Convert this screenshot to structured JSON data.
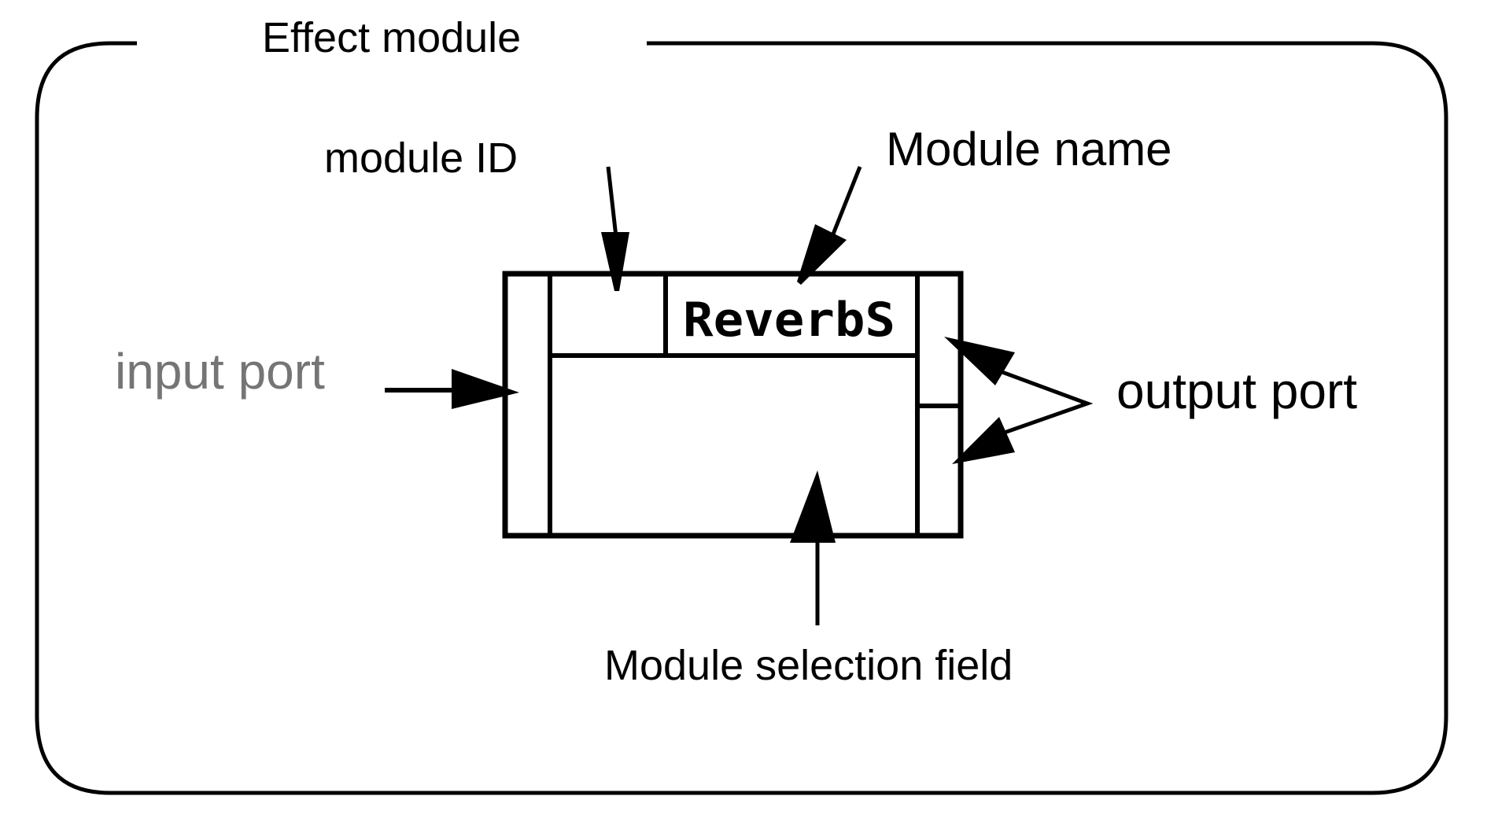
{
  "diagram": {
    "title": "Effect module",
    "labels": {
      "module_id": "module ID",
      "module_name": "Module name",
      "input_port": "input port",
      "output_port": "output port",
      "module_selection_field": "Module selection field"
    },
    "module_box": {
      "name_value": "ReverbS",
      "id_value": ""
    },
    "colors": {
      "line": "#000000",
      "input_port_label": "#757575",
      "background": "#ffffff"
    }
  }
}
